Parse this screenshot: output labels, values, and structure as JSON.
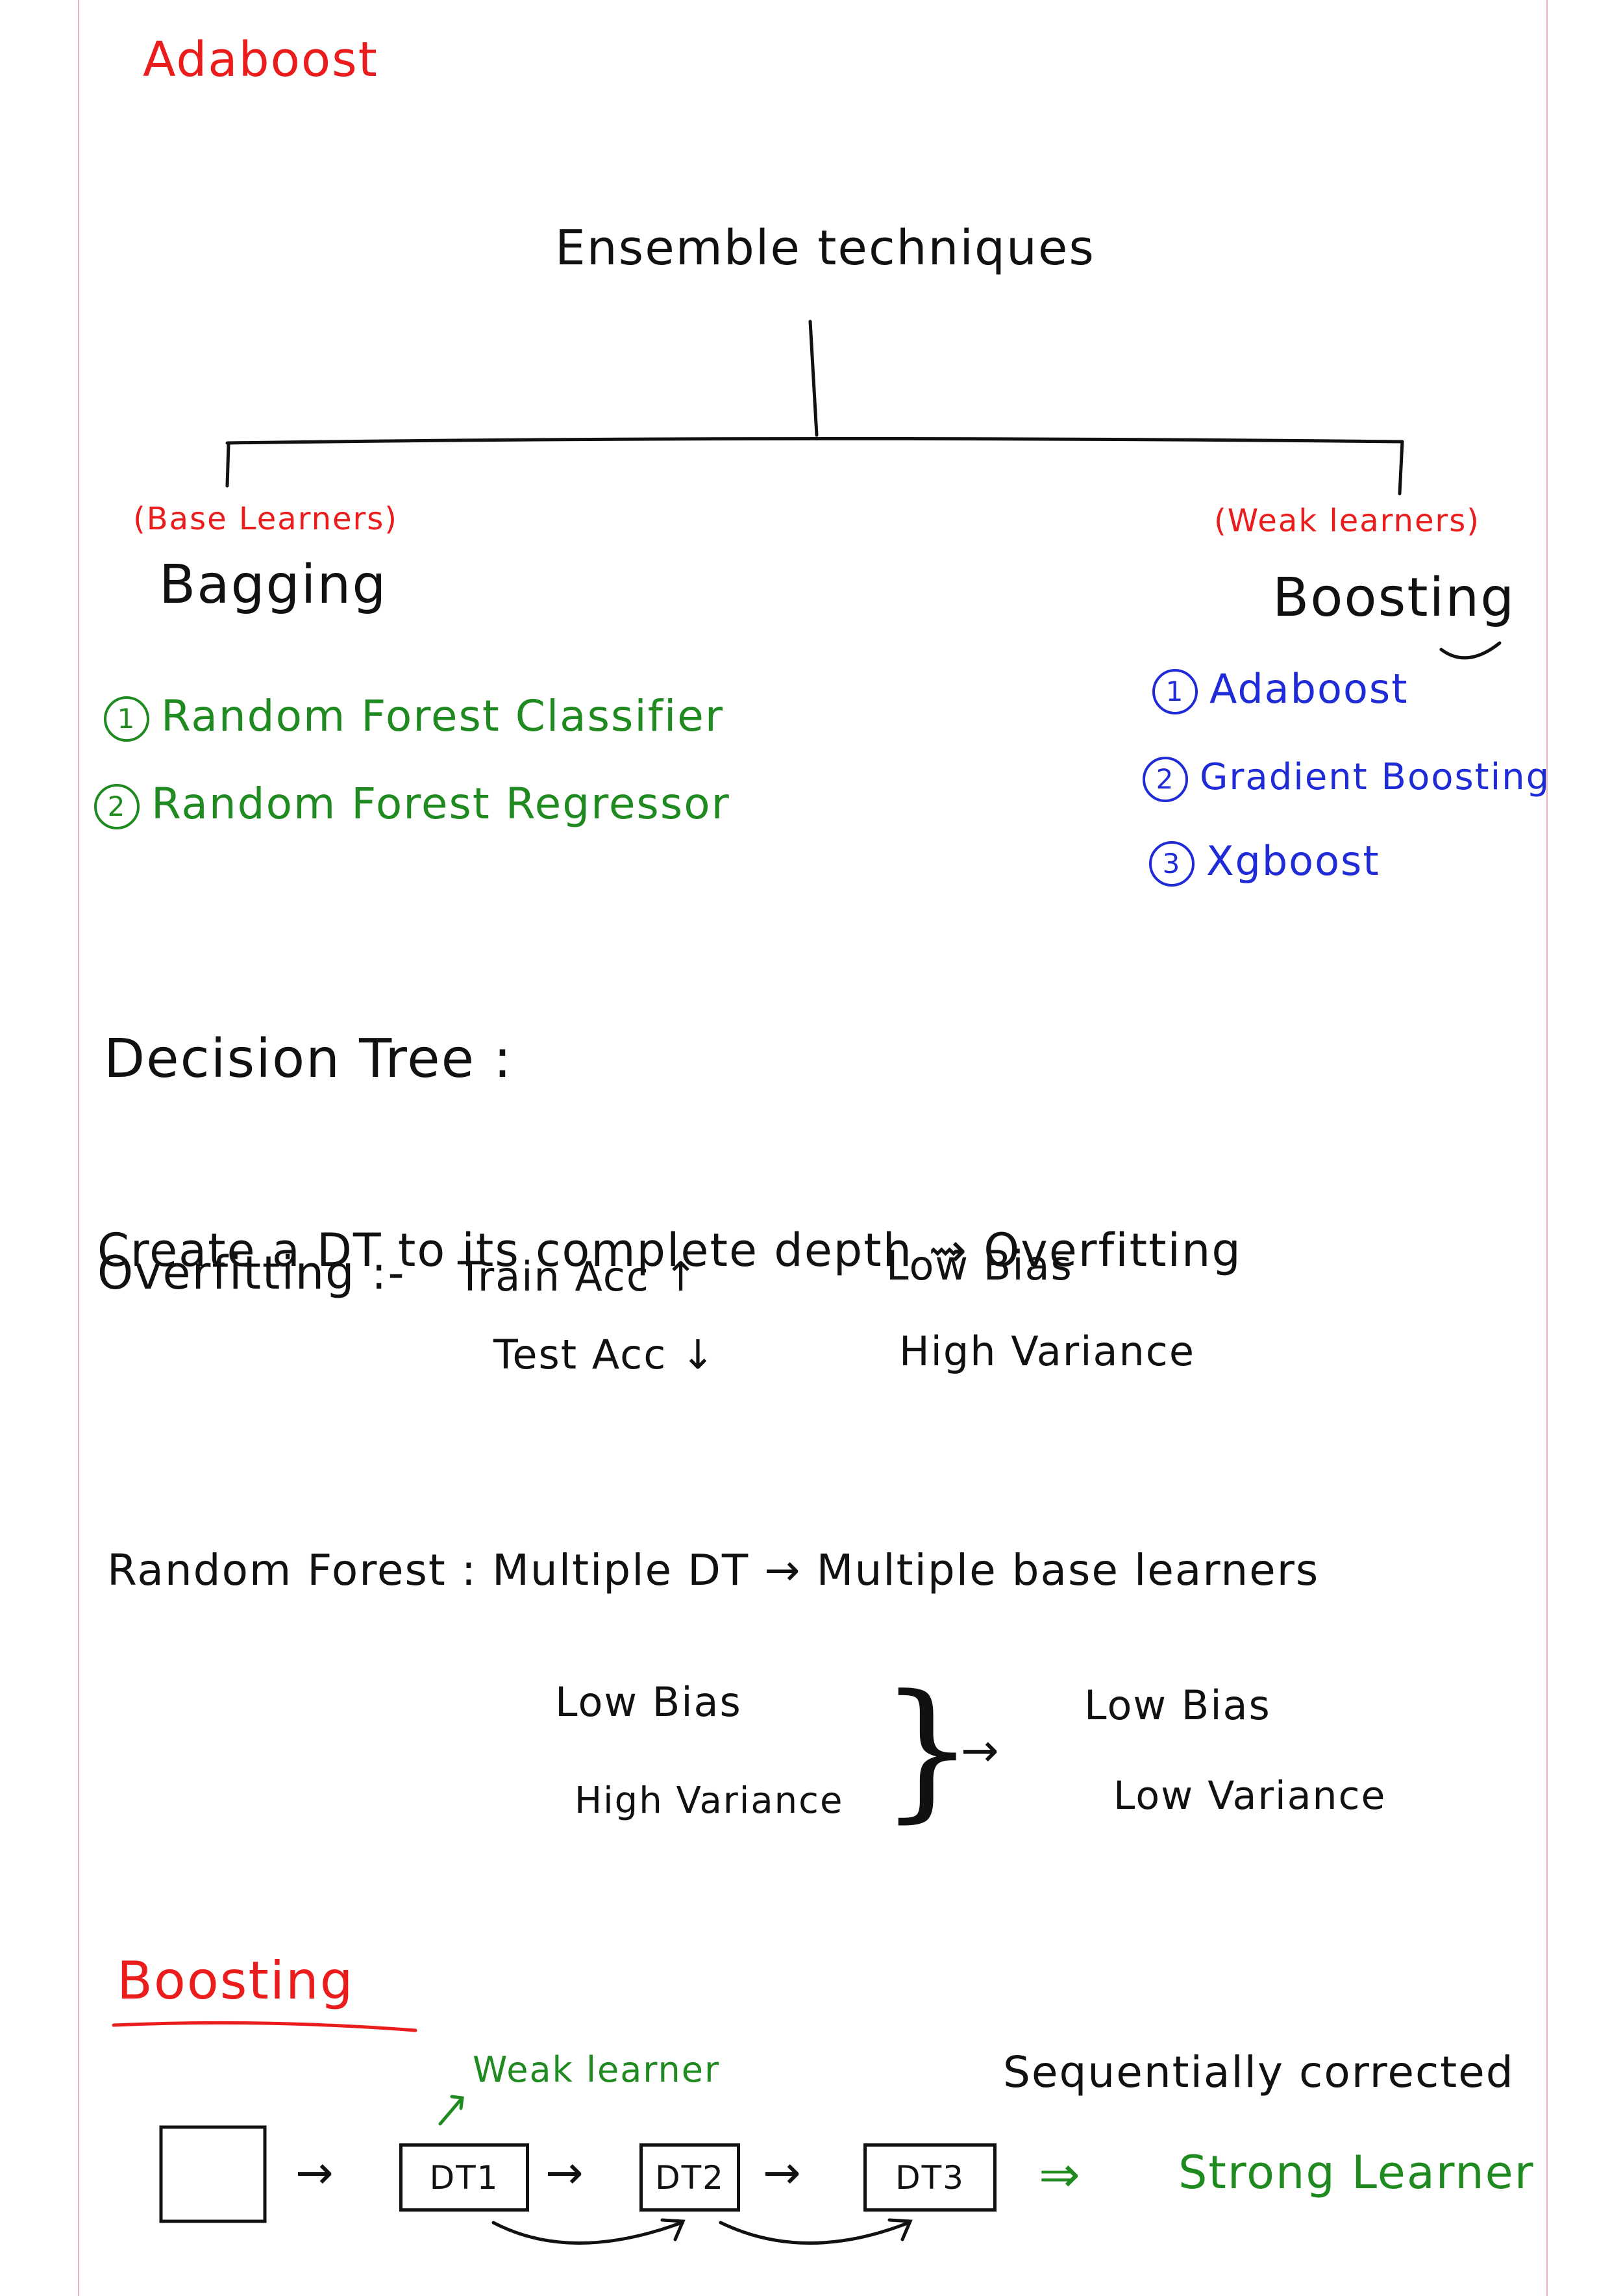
{
  "page_title": "Adaboost",
  "ensemble": {
    "root": "Ensemble techniques",
    "bagging": {
      "note": "(Base Learners)",
      "label": "Bagging",
      "items": [
        {
          "num": "1",
          "label": "Random Forest Classifier"
        },
        {
          "num": "2",
          "label": "Random Forest Regressor"
        }
      ]
    },
    "boosting": {
      "note": "(Weak learners)",
      "label": "Boosting",
      "items": [
        {
          "num": "1",
          "label": "Adaboost"
        },
        {
          "num": "2",
          "label": "Gradient Boosting"
        },
        {
          "num": "3",
          "label": "Xgboost"
        }
      ]
    }
  },
  "decision_tree": {
    "heading": "Decision Tree :",
    "line1": "Create a DT to its complete depth",
    "line1_arrow": "⇝",
    "line1_result": "Overfitting",
    "overfit_label": "Overfitting :-",
    "train": "Train Acc ↑",
    "test": "Test Acc ↓",
    "low_bias": "Low Bias",
    "high_variance": "High Variance"
  },
  "random_forest": {
    "line": "Random Forest : Multiple DT → Multiple base learners",
    "left_top": "Low Bias",
    "left_bottom": "High Variance",
    "brace": "}",
    "arrow": "→",
    "right_top": "Low Bias",
    "right_bottom": "Low Variance"
  },
  "boosting_section": {
    "heading": "Boosting",
    "weak_learner": "Weak learner",
    "sequential": "Sequentially corrected",
    "boxes": [
      "DT1",
      "DT2",
      "DT3"
    ],
    "arrow": "→",
    "result_arrow": "⇒",
    "result": "Strong Learner"
  },
  "colors": {
    "red": "#ea1c1c",
    "green": "#1f8a1f",
    "blue": "#1f2bd6",
    "ink": "#111111",
    "margin": "#e9b4bf"
  }
}
